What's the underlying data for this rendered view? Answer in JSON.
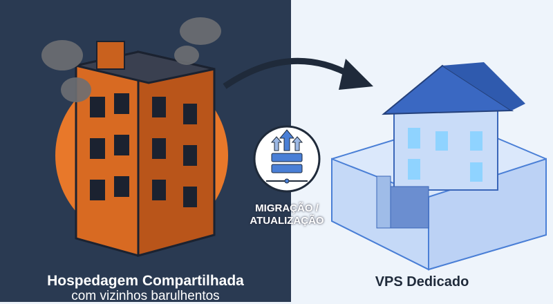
{
  "left_panel": {
    "title": "Hospedagem Compartilhada",
    "subtitle": "com vizinhos barulhentos",
    "accent": "#e8782a"
  },
  "center": {
    "icon": "server-upload-icon",
    "label_line1": "MIGRAÇÃO /",
    "label_line2": "ATUALIZAÇÃO"
  },
  "right_panel": {
    "title": "VPS Dedicado",
    "accent": "#4a7fd6"
  }
}
